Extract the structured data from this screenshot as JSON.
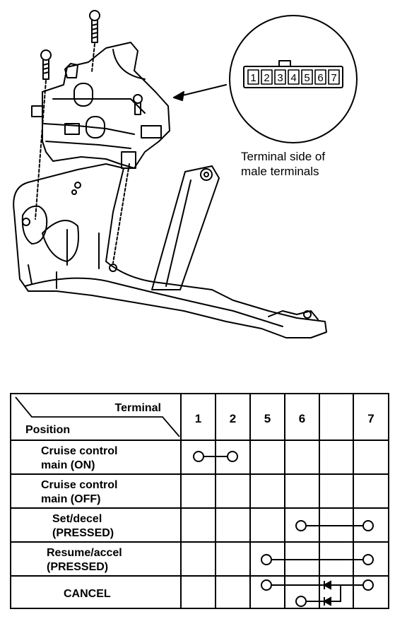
{
  "connector": {
    "pins": [
      "1",
      "2",
      "3",
      "4",
      "5",
      "6",
      "7"
    ],
    "caption_line1": "Terminal side of",
    "caption_line2": "male terminals"
  },
  "table": {
    "header_terminal": "Terminal",
    "header_position": "Position",
    "terminals": [
      "1",
      "2",
      "5",
      "6",
      "",
      "7"
    ],
    "rows": [
      {
        "line1": "Cruise control",
        "line2": "main (ON)"
      },
      {
        "line1": "Cruise control",
        "line2": "main (OFF)"
      },
      {
        "line1": "Set/decel",
        "line2": "(PRESSED)"
      },
      {
        "line1": "Resume/accel",
        "line2": "(PRESSED)"
      },
      {
        "line1": "CANCEL",
        "line2": ""
      }
    ]
  }
}
